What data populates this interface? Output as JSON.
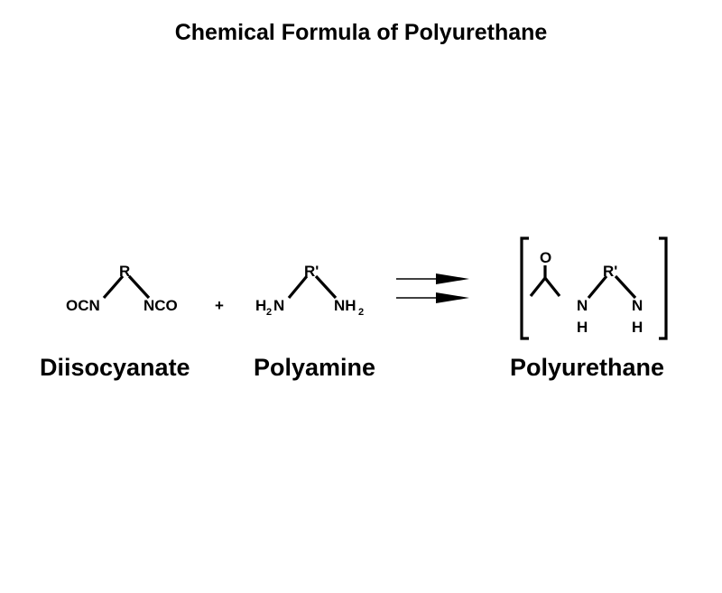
{
  "title": "Chemical Formula of Polyurethane",
  "diisocyanate": {
    "r": "R",
    "left_group": "OCN",
    "right_group": "NCO",
    "name": "Diisocyanate"
  },
  "plus": "+",
  "polyamine": {
    "r": "R'",
    "left_h": "H",
    "left_sub": "2",
    "left_n": "N",
    "right_nh": "NH",
    "right_sub": "2",
    "name": "Polyamine"
  },
  "polyurethane": {
    "o": "O",
    "r": "R'",
    "n_left": "N",
    "h_left": "H",
    "n_right": "N",
    "h_right": "H",
    "name": "Polyurethane"
  }
}
